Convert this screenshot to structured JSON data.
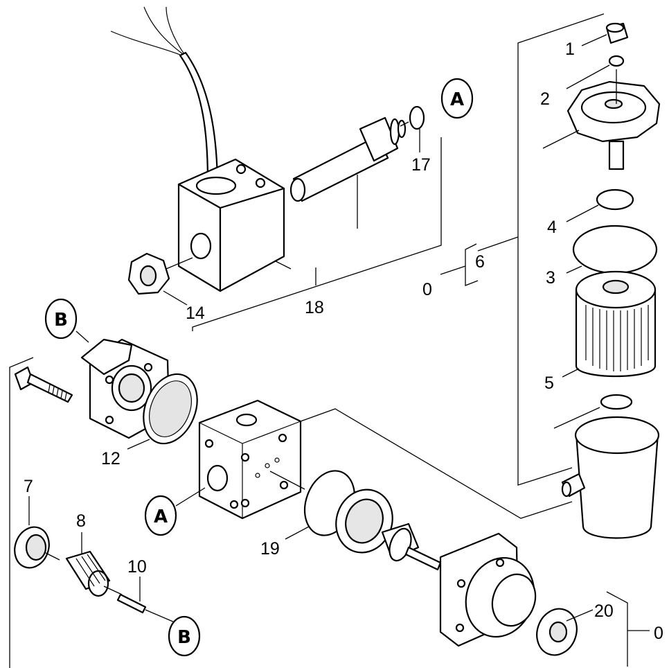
{
  "diagram": {
    "part_numbers": {
      "p1": "1",
      "p2": "2",
      "p3": "3",
      "p4": "4",
      "p5": "5",
      "p6": "6",
      "p7": "7",
      "p8": "8",
      "p10": "10",
      "p12": "12",
      "p14": "14",
      "p17": "17",
      "p18": "18",
      "p19": "19",
      "p20": "20",
      "p0_left": "0",
      "p0_right": "0"
    },
    "references": {
      "a_top": "A",
      "a_mid": "A",
      "b_top": "B",
      "b_bottom": "B"
    }
  }
}
